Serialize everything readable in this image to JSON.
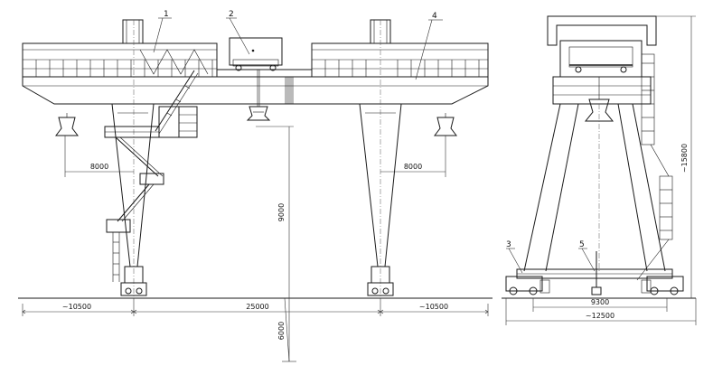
{
  "labels": {
    "part1": "1",
    "part2": "2",
    "part3": "3",
    "part4": "4",
    "part5": "5"
  },
  "dimensions": {
    "left_outreach": "8000",
    "right_outreach": "8000",
    "lift_height": "9000",
    "below_rail": "6000",
    "left_cantilever": "~10500",
    "span": "25000",
    "right_cantilever": "~10500",
    "side_track": "9300",
    "side_width": "~12500",
    "total_height": "~15800"
  },
  "colors": {
    "line": "#1a1a1a",
    "background": "#ffffff"
  }
}
